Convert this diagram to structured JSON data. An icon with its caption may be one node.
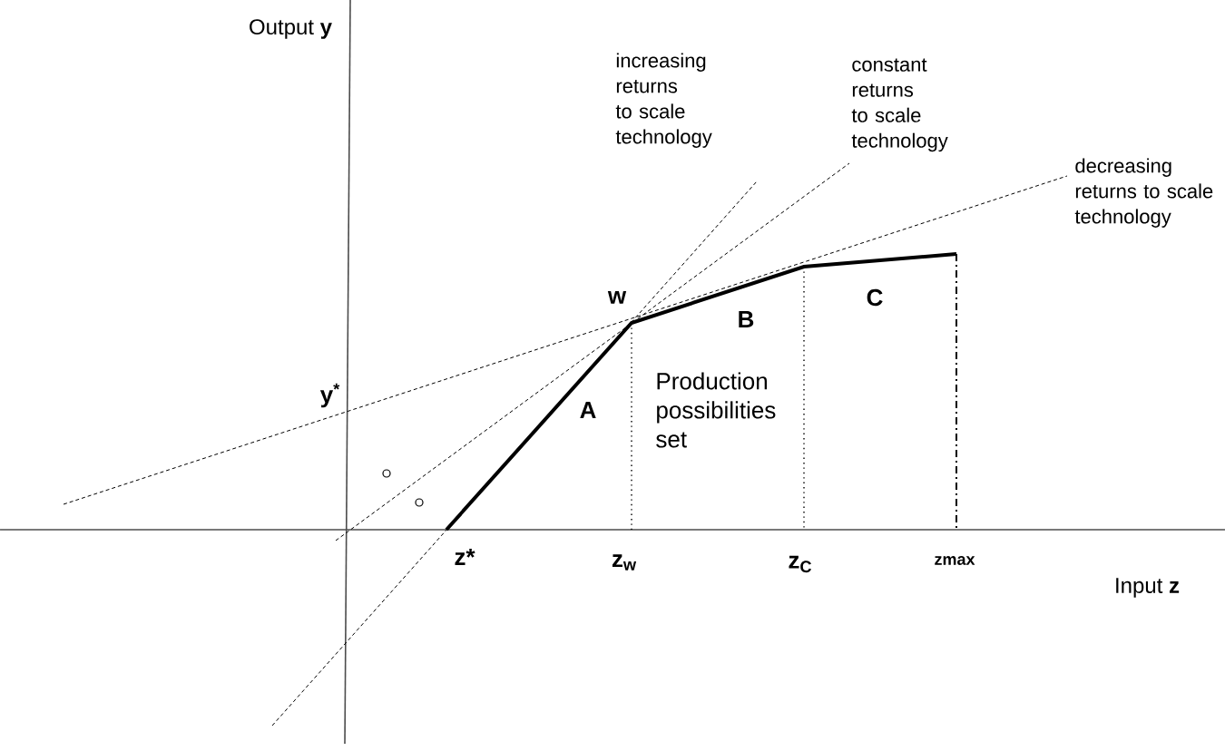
{
  "diagram": {
    "labels": [
      "Output **y**",
      "increasing returns to scale technology",
      "constant returns to scale technology",
      "decreasing returns to scale technology",
      "w",
      "B",
      "C",
      "y$^{*}$",
      "A",
      "Production possibilities set",
      "z*",
      "z$_{w}$",
      "z$_{C}$",
      "zmax",
      "Input **z**"
    ]
  }
}
